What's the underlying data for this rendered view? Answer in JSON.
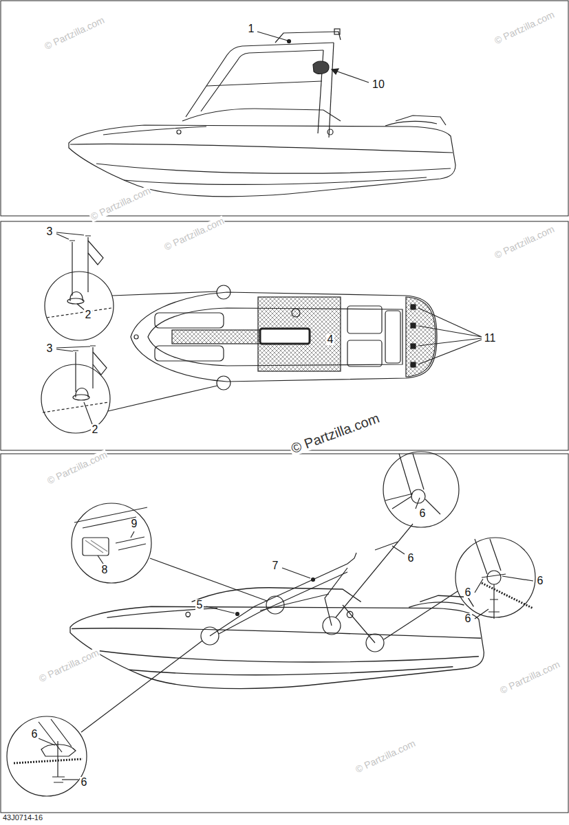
{
  "diagram": {
    "labels": [
      "© Partzilla.com",
      "1",
      "© Partzilla.com",
      "10",
      "© Partzilla.com",
      "3",
      "© Partzilla.com",
      "© Partzilla.com",
      "2",
      "11",
      "3",
      "4",
      "2",
      "© Partzilla.com",
      "© Partzilla.com",
      "6",
      "9",
      "6",
      "7",
      "8",
      "6",
      "6",
      "5",
      "6",
      "© Partzilla.com",
      "© Partzilla.com",
      "© Partzilla.com",
      "6",
      "6",
      "43J0714-16"
    ]
  }
}
